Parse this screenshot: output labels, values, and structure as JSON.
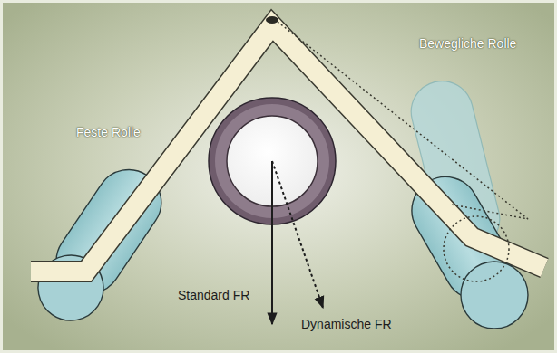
{
  "diagram": {
    "labels": [
      "Feste Rolle",
      "Bewegliche Rolle",
      "Standard FR",
      "Dynamische FR"
    ]
  }
}
